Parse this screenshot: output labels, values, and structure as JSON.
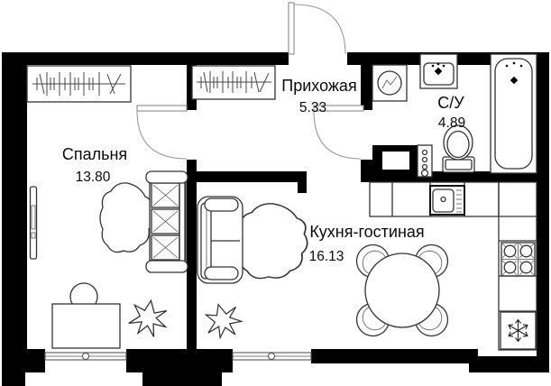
{
  "floorplan": {
    "rooms": {
      "bedroom": {
        "name": "Спальня",
        "area": "13.80"
      },
      "hallway": {
        "name": "Прихожая",
        "area": "5.33"
      },
      "bathroom": {
        "name": "С/У",
        "area": "4.89"
      },
      "kitchen_living": {
        "name": "Кухня-гостиная",
        "area": "16.13"
      }
    },
    "fixtures": [
      "wardrobe",
      "entrance-door",
      "interior-door",
      "washing-machine",
      "bathroom-sink",
      "bathtub",
      "toilet",
      "water-meter-panel",
      "vent-shaft",
      "kitchen-sink",
      "stove",
      "fridge",
      "dining-table",
      "dining-chair",
      "sofa-bed",
      "armchair",
      "plant",
      "desk",
      "desk-chair",
      "tv",
      "window"
    ],
    "colors": {
      "wall": "#000000",
      "background": "#ffffff",
      "fixture_line": "#333333",
      "text": "#0a0a0a"
    }
  }
}
